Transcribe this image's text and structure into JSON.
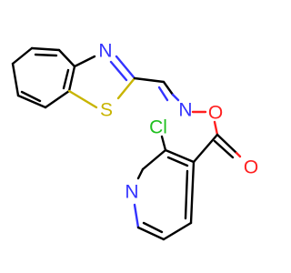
{
  "molecule": {
    "atoms": {
      "n_thiazole": {
        "symbol": "N",
        "color": "#3333ff"
      },
      "s_thiazole": {
        "symbol": "S",
        "color": "#c8b400"
      },
      "n_oxime": {
        "symbol": "N",
        "color": "#3333ff"
      },
      "o_oxime": {
        "symbol": "O",
        "color": "#ff2020"
      },
      "o_carbonyl": {
        "symbol": "O",
        "color": "#ff2020"
      },
      "cl": {
        "symbol": "Cl",
        "color": "#20c020"
      },
      "n_pyridine": {
        "symbol": "N",
        "color": "#3333ff"
      }
    }
  }
}
